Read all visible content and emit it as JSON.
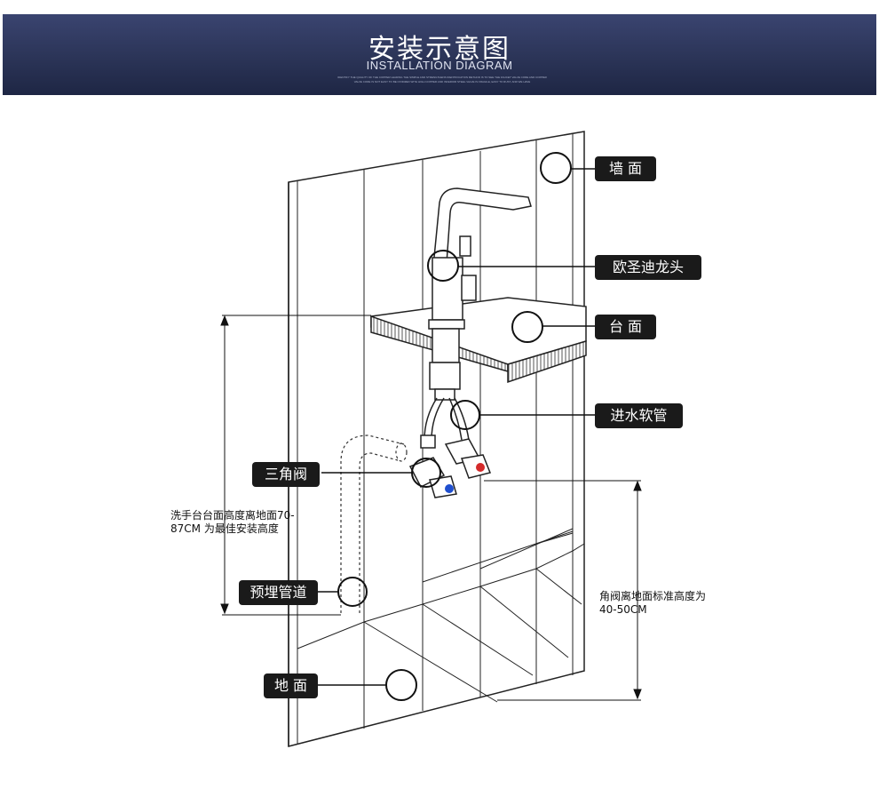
{
  "banner": {
    "title": "安装示意图",
    "subtitle": "INSTALLATION DIAGRAM",
    "fine_print_1": "IDENTIFY THE QUALITY OF THE COPPER LEADING THE SIMPLE AND STRENGTHENS IDENTIFICATION METHOD IS TO SEE THE FAUCET VALVE CORE AND COPPER",
    "fine_print_2": "VALVE CORE IS NOT EASY TO BE OXIDIZED WITH HIGH COPPER AND INFERIOR STEEL VALVE IS FRAGILE, EASY TO RUST, AND WE HAVE"
  },
  "labels": {
    "wall": "墙 面",
    "faucet": "欧圣迪龙头",
    "countertop": "台 面",
    "inlet_hose": "进水软管",
    "angle_valve": "三角阀",
    "buried_pipe": "预埋管道",
    "floor": "地 面"
  },
  "notes": {
    "counter_height": "洗手台台面高度离地面70-87CM 为最佳安装高度",
    "valve_height": "角阀离地面标准高度为40-50CM"
  },
  "colors": {
    "banner": "#2b3457",
    "label_bg": "#1a1a1a",
    "hot": "#d42a2a",
    "cold": "#1f4fcf"
  }
}
